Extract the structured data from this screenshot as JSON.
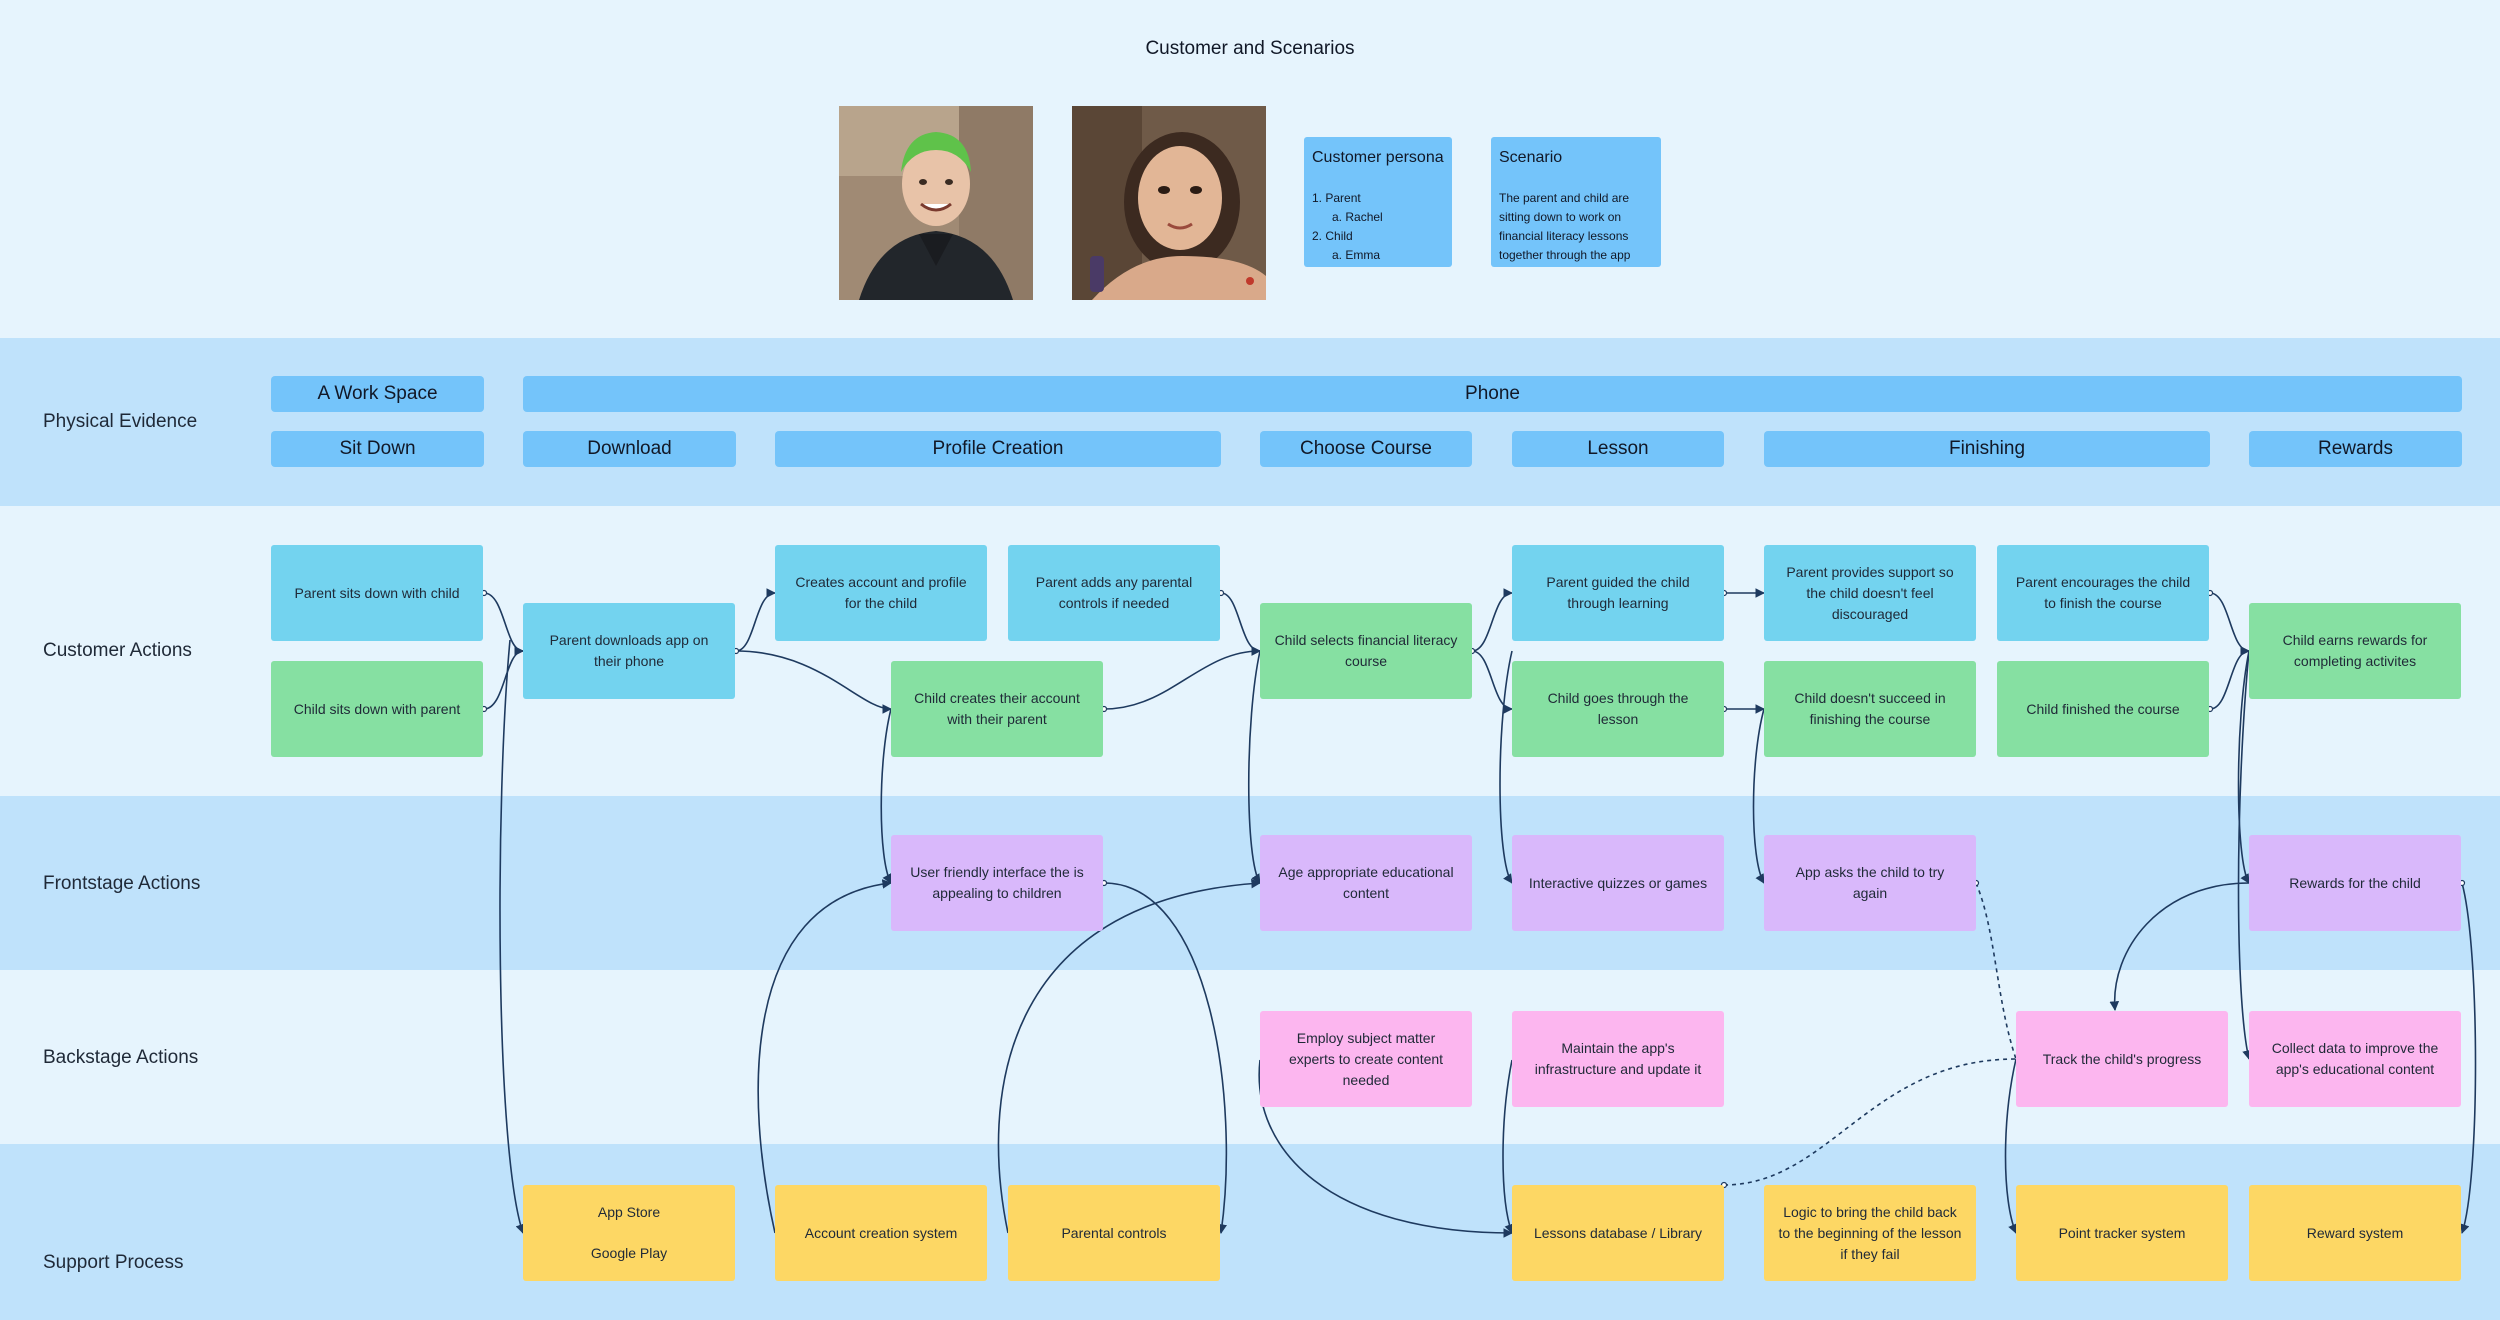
{
  "title": "Customer and Scenarios",
  "persona": {
    "heading": "Customer persona",
    "items": [
      "Parent",
      "Rachel",
      "Child",
      "Emma"
    ],
    "prefix": {
      "one": "1.",
      "two": "2.",
      "a": "a."
    }
  },
  "scenario": {
    "heading": "Scenario",
    "text": "The parent and child are sitting down to work on financial literacy lessons together through the app"
  },
  "lanes": {
    "physical": "Physical Evidence",
    "customer": "Customer Actions",
    "frontstage": "Frontstage Actions",
    "backstage": "Backstage Actions",
    "support": "Support Process"
  },
  "evidence": {
    "workspace": "A Work Space",
    "phone": "Phone",
    "stages": [
      "Sit Down",
      "Download",
      "Profile Creation",
      "Choose Course",
      "Lesson",
      "Finishing",
      "Rewards"
    ]
  },
  "customer_actions": [
    "Parent sits down with child",
    "Child sits down with parent",
    "Parent downloads app on their phone",
    "Creates account and profile for the child",
    "Parent adds any parental controls if needed",
    "Child creates their account with their parent",
    "Child selects financial literacy course",
    "Parent guided the child through learning",
    "Child goes through the lesson",
    "Parent provides support so the child doesn't feel discouraged",
    "Child doesn't succeed in finishing the course",
    "Parent encourages the child to finish the course",
    "Child finished the course",
    "Child earns rewards for completing activites"
  ],
  "frontstage_actions": [
    "User friendly interface the is appealing to children",
    "Age appropriate educational content",
    "Interactive quizzes or games",
    "App asks the child to try again",
    "Rewards for the child"
  ],
  "backstage_actions": [
    "Employ subject matter experts to create content needed",
    "Maintain the app's infrastructure and update it",
    "Track the child's progress",
    "Collect data to improve the app's educational content"
  ],
  "support_process": {
    "app_store": "App Store",
    "google_play": "Google Play",
    "items": [
      "Account creation system",
      "Parental controls",
      "Lessons database / Library",
      "Logic to bring the child back to the beginning of the lesson if they fail",
      "Point tracker system",
      "Reward system"
    ]
  },
  "colors": {
    "customer_parent": "#73d3ef",
    "customer_child": "#86e0a2",
    "frontstage": "#d9b8fb",
    "backstage": "#fcb6ef",
    "support": "#fdd764",
    "evidence": "#74c4fa",
    "connector": "#1e3a5f"
  }
}
